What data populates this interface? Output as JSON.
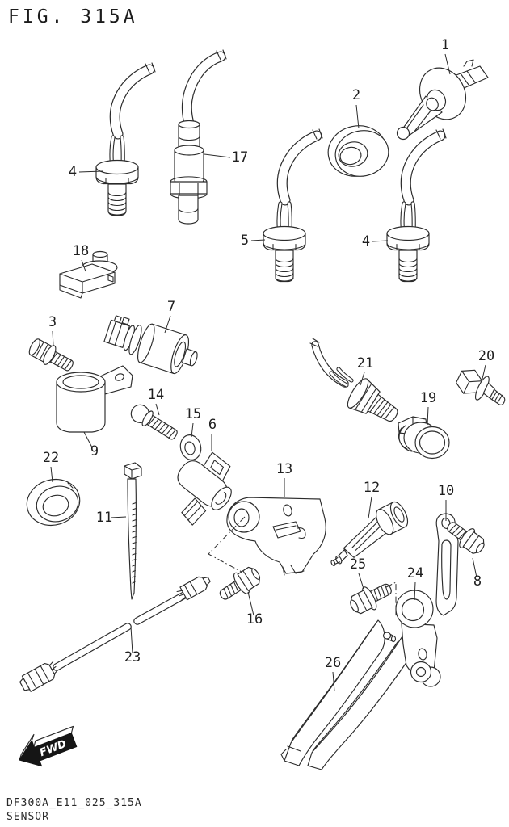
{
  "title": "FIG. 315A",
  "footer": {
    "code": "DF300A_E11_025_315A",
    "name": "SENSOR"
  },
  "fwd": {
    "label": "FWD"
  },
  "colors": {
    "line": "#2b2b2b",
    "background": "#ffffff"
  },
  "callouts": [
    {
      "label": "4"
    },
    {
      "label": "17"
    },
    {
      "label": "1"
    },
    {
      "label": "2"
    },
    {
      "label": "5"
    },
    {
      "label": "4"
    },
    {
      "label": "18"
    },
    {
      "label": "3"
    },
    {
      "label": "7"
    },
    {
      "label": "21"
    },
    {
      "label": "20"
    },
    {
      "label": "19"
    },
    {
      "label": "9"
    },
    {
      "label": "14"
    },
    {
      "label": "15"
    },
    {
      "label": "6"
    },
    {
      "label": "22"
    },
    {
      "label": "11"
    },
    {
      "label": "13"
    },
    {
      "label": "12"
    },
    {
      "label": "10"
    },
    {
      "label": "8"
    },
    {
      "label": "16"
    },
    {
      "label": "25"
    },
    {
      "label": "24"
    },
    {
      "label": "23"
    },
    {
      "label": "26"
    }
  ]
}
